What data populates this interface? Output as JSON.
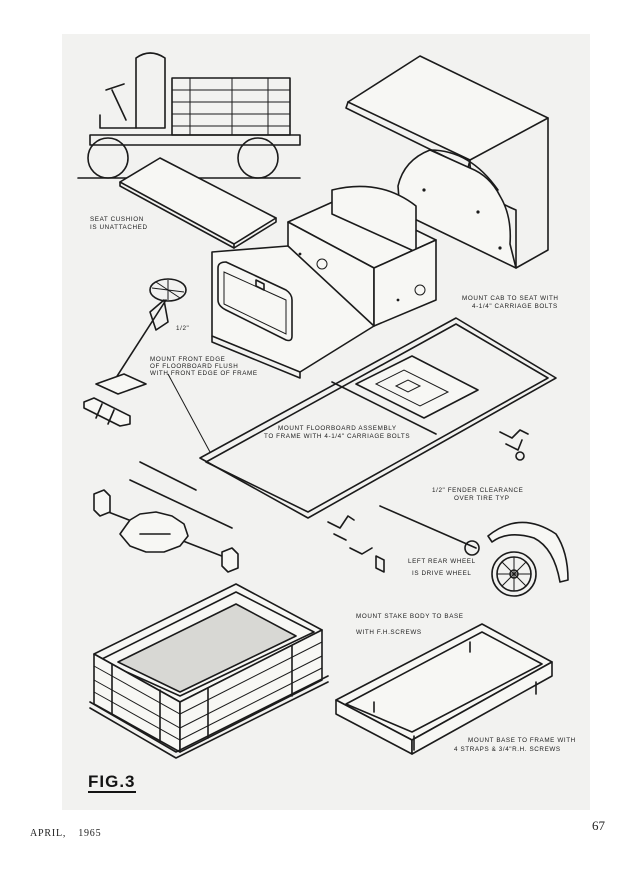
{
  "labels": {
    "seat_cushion_1": "SEAT CUSHION",
    "seat_cushion_2": "IS UNATTACHED",
    "mount_cab_1": "MOUNT CAB TO SEAT WITH",
    "mount_cab_2": "4-1/4\" CARRIAGE BOLTS",
    "dim_half": "1/2\"",
    "front_edge_1": "MOUNT FRONT EDGE",
    "front_edge_2": "OF FLOORBOARD FLUSH",
    "front_edge_3": "WITH FRONT EDGE OF FRAME",
    "floorboard_1": "MOUNT FLOORBOARD ASSEMBLY",
    "floorboard_2": "TO FRAME WITH 4-1/4\" CARRIAGE BOLTS",
    "fender_1": "1/2\" FENDER CLEARANCE",
    "fender_2": "OVER TIRE TYP",
    "rear_wheel_1": "LEFT REAR WHEEL",
    "rear_wheel_2": "IS DRIVE WHEEL",
    "stake_body_1": "MOUNT STAKE BODY TO BASE",
    "stake_body_2": "WITH F.H.SCREWS",
    "base_1": "MOUNT BASE TO FRAME WITH",
    "base_2": "4 STRAPS & 3/4\"R.H. SCREWS"
  },
  "figure_label": "FIG.3",
  "footer": {
    "month": "APRIL,",
    "year": "1965",
    "page_number": "67"
  }
}
